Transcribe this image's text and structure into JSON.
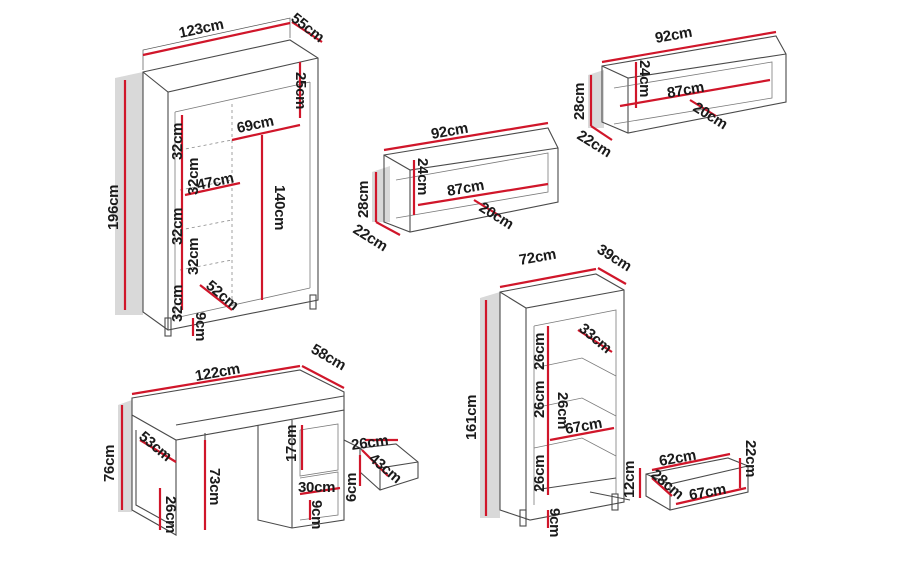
{
  "wardrobe": {
    "width": "123cm",
    "depth": "55cm",
    "height": "196cm",
    "top_gap": "25cm",
    "hanging_width": "69cm",
    "hanging_height": "140cm",
    "shelf_1": "32cm",
    "shelf_2": "32cm",
    "shelf_3": "32cm",
    "shelf_4": "32cm",
    "shelf_5": "32cm",
    "shelf_width": "47cm",
    "shelf_depth": "52cm",
    "foot": "9cm"
  },
  "shelf_a": {
    "width": "92cm",
    "inner_width": "87cm",
    "height": "28cm",
    "inner_height": "24cm",
    "depth": "22cm",
    "inner_depth": "20cm"
  },
  "shelf_b": {
    "width": "92cm",
    "inner_width": "87cm",
    "height": "28cm",
    "inner_height": "24cm",
    "depth": "22cm",
    "inner_depth": "20cm"
  },
  "desk": {
    "width": "122cm",
    "depth": "58cm",
    "height": "76cm",
    "leg_depth": "53cm",
    "knee_height": "73cm",
    "leg_width": "26cm",
    "drawer_height": "17cm",
    "drawer_width": "30cm",
    "foot": "9cm",
    "drawer_inner_height": "6cm",
    "drawer_inner_width": "26cm",
    "drawer_inner_depth": "43cm"
  },
  "bookcase": {
    "width": "72cm",
    "depth": "39cm",
    "height": "161cm",
    "shelf_1": "26cm",
    "shelf_2": "26cm",
    "shelf_3": "26cm",
    "shelf_4": "26cm",
    "shelf_depth": "33cm",
    "shelf_width": "67cm",
    "foot": "9cm",
    "drawer_width": "62cm",
    "drawer_depth": "28cm",
    "drawer_inner_width": "67cm",
    "drawer_height": "12cm",
    "drawer_side": "22cm"
  }
}
